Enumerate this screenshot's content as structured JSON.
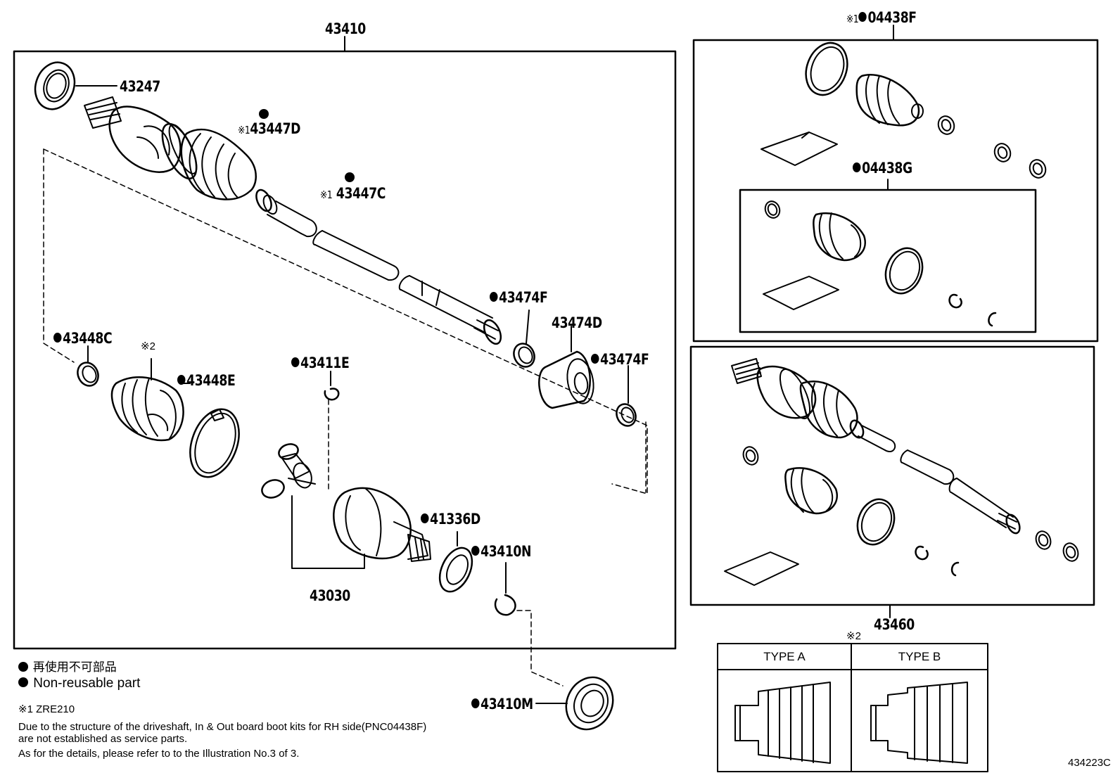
{
  "assembly_labels": {
    "main_assembly": "43410",
    "boot_kit_rh": "04438F",
    "boot_kit_rh_marker": "※1",
    "boot_kit_inner": "04438G",
    "rh_assembly": "43460"
  },
  "part_labels": {
    "p43247": "43247",
    "p43447D": "43447D",
    "p43447C": "43447C",
    "p43474F_a": "43474F",
    "p43474D": "43474D",
    "p43474F_b": "43474F",
    "p43448C": "43448C",
    "p43448E": "43448E",
    "p43411E": "43411E",
    "p41336D": "41336D",
    "p43410N": "43410N",
    "p43030": "43030",
    "p43410M": "43410M"
  },
  "markers": {
    "note1": "※1",
    "note2": "※2"
  },
  "legend": {
    "japanese": "再使用不可部品",
    "english": "Non-reusable part",
    "note1_code": "※1 ZRE210",
    "note_line1": "Due to the structure of the driveshaft, In & Out board  boot kits for RH side(PNC04438F)",
    "note_line2": "are not established as service parts.",
    "note_line3": "As for the details, please refer to to the Illustration No.3 of 3."
  },
  "type_table": {
    "marker": "※2",
    "type_a": "TYPE A",
    "type_b": "TYPE B"
  },
  "illustration_code": "434223C"
}
